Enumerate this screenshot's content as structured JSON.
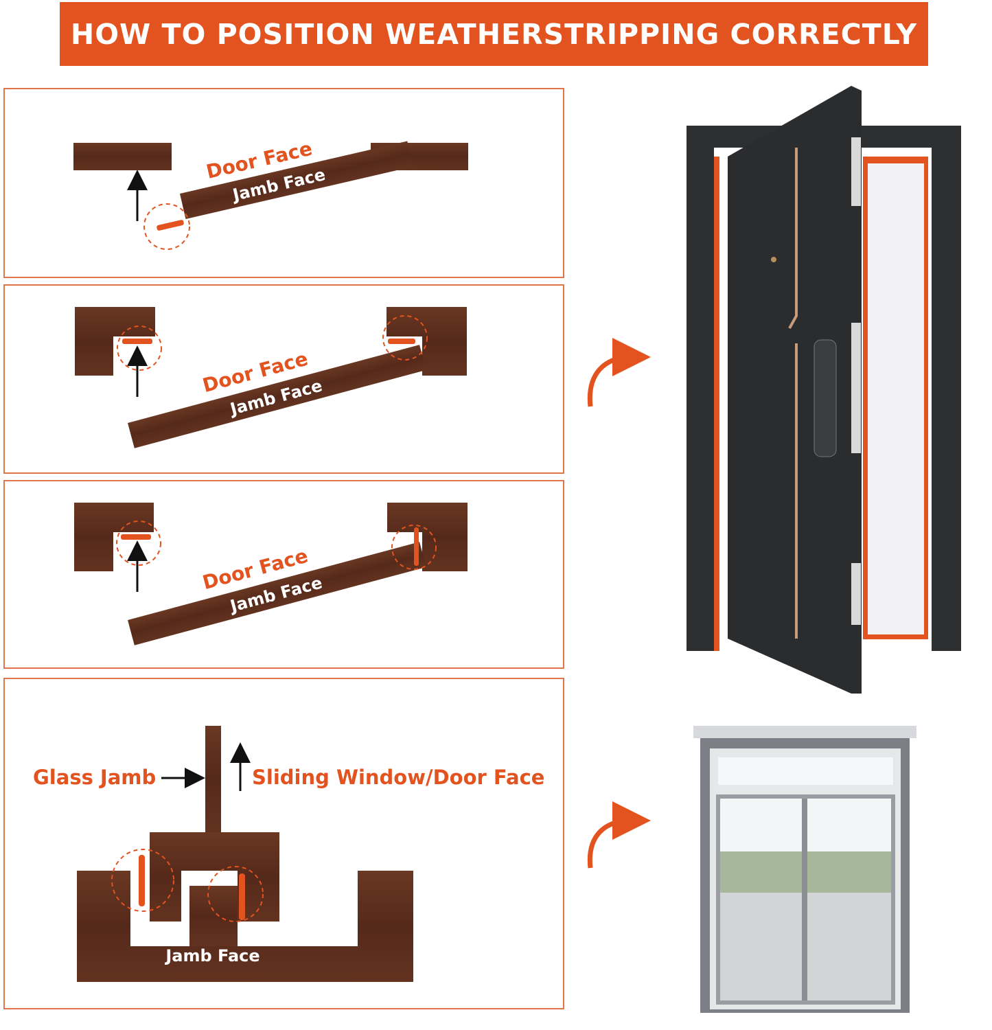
{
  "title": "HOW TO POSITION WEATHERSTRIPPING CORRECTLY",
  "panels": [
    {
      "door_face": "Door Face",
      "jamb_face": "Jamb Face"
    },
    {
      "door_face": "Door Face",
      "jamb_face": "Jamb Face"
    },
    {
      "door_face": "Door Face",
      "jamb_face": "Jamb Face"
    },
    {
      "glass_jamb": "Glass Jamb",
      "sliding_face": "Sliding Window/Door Face",
      "jamb_face": "Jamb Face"
    }
  ],
  "colors": {
    "accent": "#E2531F",
    "wood": "#5B2F1E",
    "door": "#2B2C2E"
  }
}
